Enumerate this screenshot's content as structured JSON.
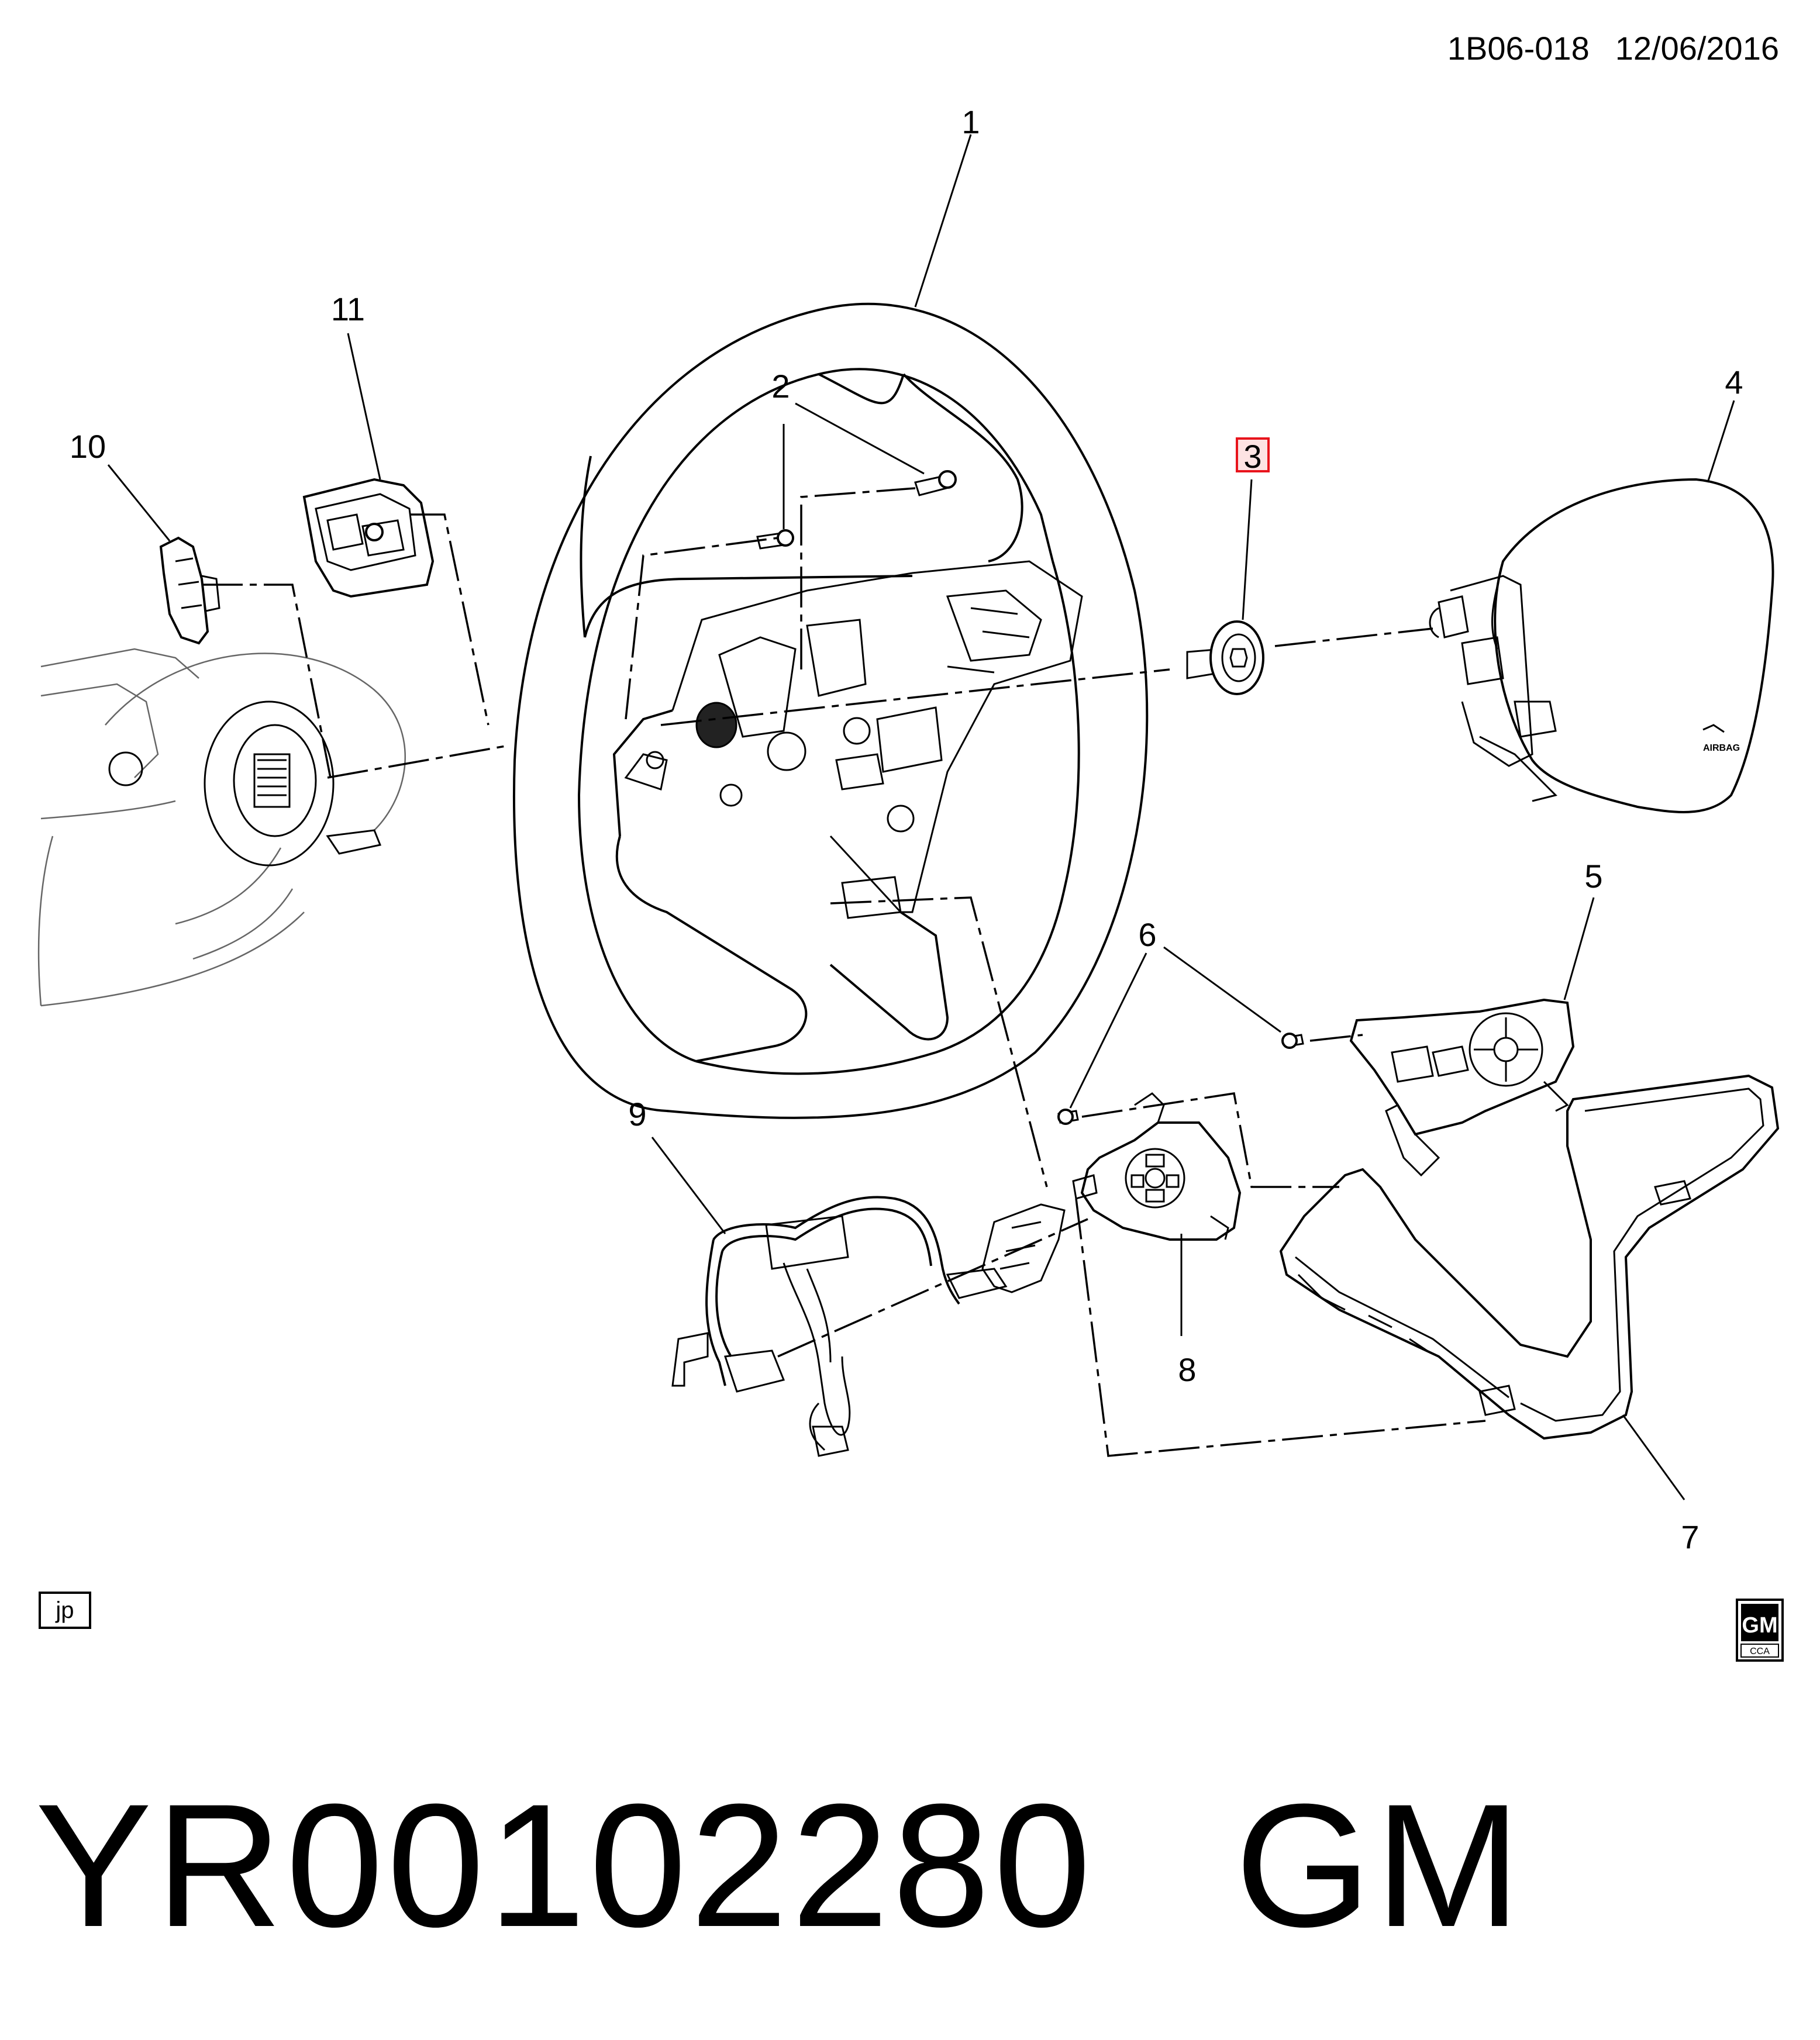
{
  "header": {
    "diagram_code": "1B06-018",
    "date": "12/06/2016"
  },
  "callouts": [
    {
      "id": "1",
      "label": "1",
      "part": "steering-wheel"
    },
    {
      "id": "2",
      "label": "2",
      "part": "bolt-pair"
    },
    {
      "id": "3",
      "label": "3",
      "part": "bolt",
      "highlighted": true
    },
    {
      "id": "4",
      "label": "4",
      "part": "airbag-module"
    },
    {
      "id": "5",
      "label": "5",
      "part": "right-control-switch"
    },
    {
      "id": "6",
      "label": "6",
      "part": "screw-pair"
    },
    {
      "id": "7",
      "label": "7",
      "part": "lower-trim-bezel"
    },
    {
      "id": "8",
      "label": "8",
      "part": "left-control-switch"
    },
    {
      "id": "9",
      "label": "9",
      "part": "wiring-harness"
    },
    {
      "id": "10",
      "label": "10",
      "part": "switch-connector"
    },
    {
      "id": "11",
      "label": "11",
      "part": "heater-control-module"
    }
  ],
  "airbag_mark": "AIRBAG",
  "region_tag": "jp",
  "logo": {
    "text": "GM",
    "subtext": "CCA"
  },
  "footer": {
    "part_number": "YR00102280",
    "brand": "GM"
  },
  "colors": {
    "highlight_border": "#e8141c",
    "highlight_fill": "#fde3e3"
  }
}
